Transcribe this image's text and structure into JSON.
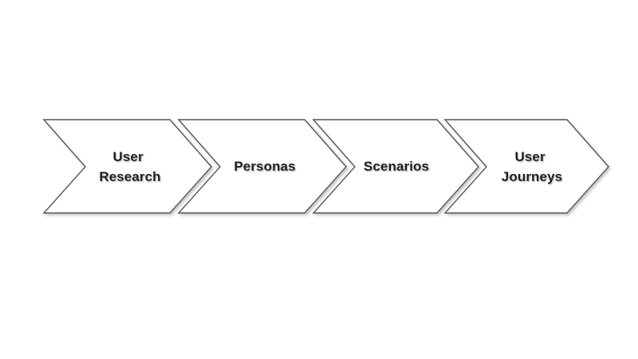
{
  "diagram": {
    "type": "process-flow-chevrons",
    "background_color": "#ffffff",
    "outline_color": "#575757",
    "fill_color": "#ffffff",
    "text_color": "#1c1c1c",
    "direction": "left-to-right",
    "step_count": 4,
    "steps": [
      {
        "index": 1,
        "label": "User Research",
        "line1": "User",
        "line2": "Research",
        "lines": 2
      },
      {
        "index": 2,
        "label": "Personas",
        "line1": "Personas",
        "line2": "",
        "lines": 1
      },
      {
        "index": 3,
        "label": "Scenarios",
        "line1": "Scenarios",
        "line2": "",
        "lines": 1
      },
      {
        "index": 4,
        "label": "User Journeys",
        "line1": "User",
        "line2": "Journeys",
        "lines": 2
      }
    ]
  }
}
